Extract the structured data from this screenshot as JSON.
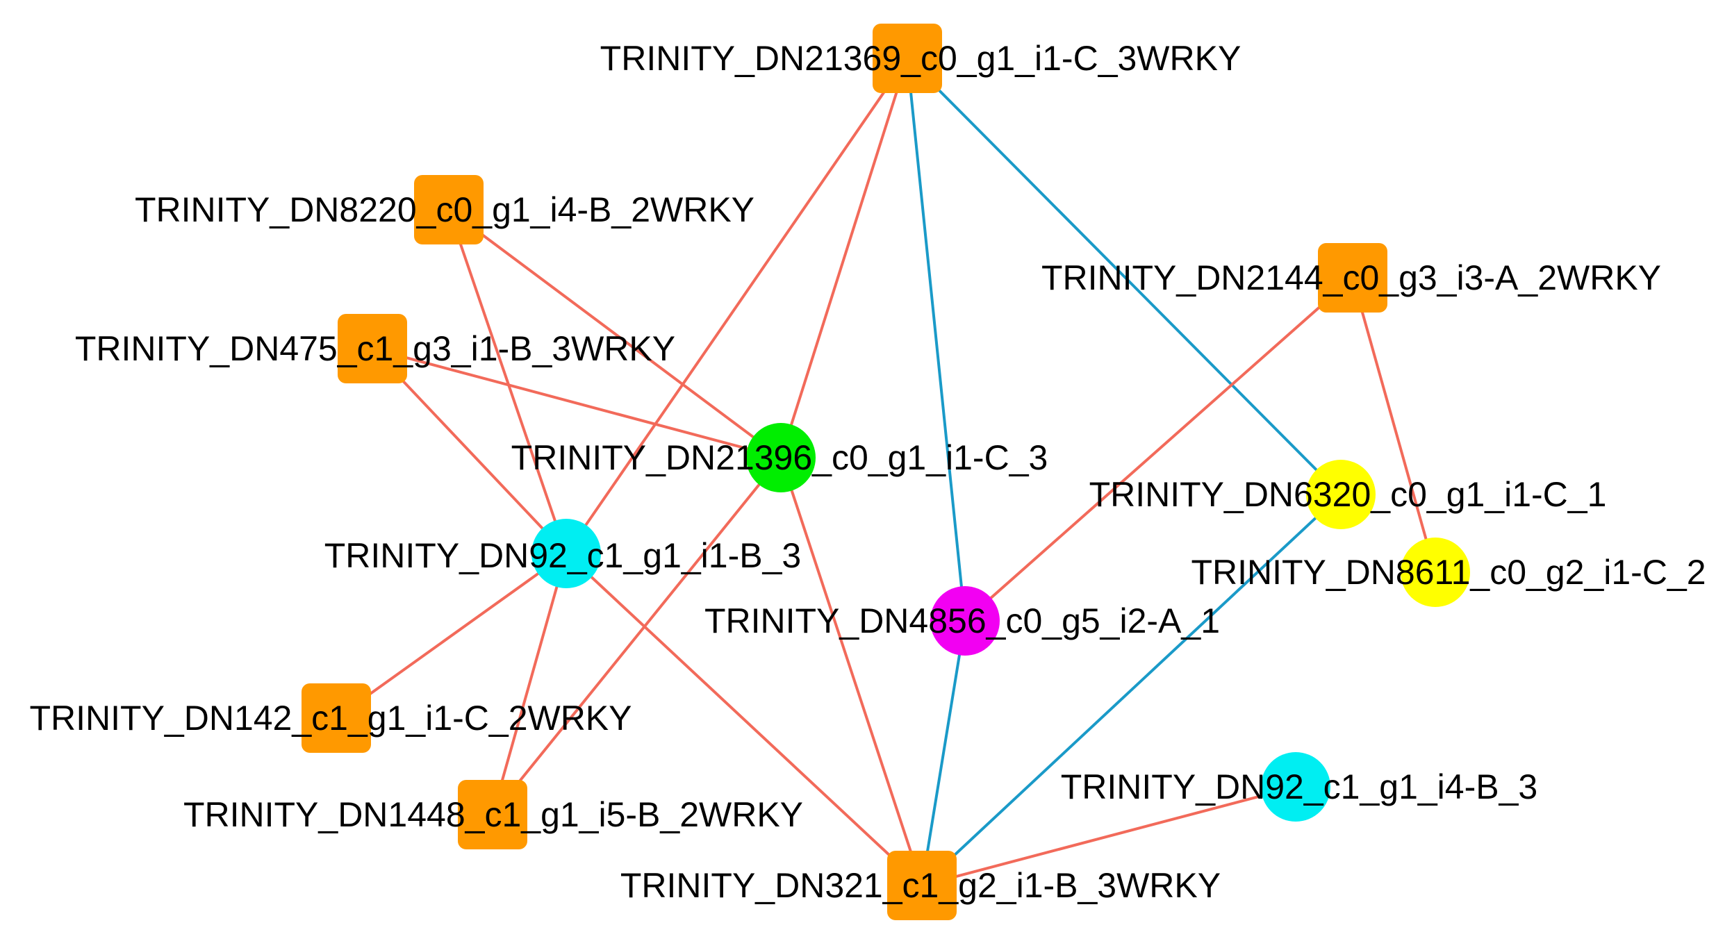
{
  "colors": {
    "square": "#FF9900",
    "edge_positive": "#F26A5A",
    "edge_negative": "#1A9AC8",
    "green": "#00EE00",
    "cyan": "#00EEF2",
    "magenta": "#F200F2",
    "yellow": "#FFFF00"
  },
  "nodes": [
    {
      "id": "n21369",
      "label": "TRINITY_DN21369_c0_g1_i1-C_3WRKY",
      "shape": "square",
      "color": "#FF9900"
    },
    {
      "id": "n8220",
      "label": "TRINITY_DN8220_c0_g1_i4-B_2WRKY",
      "shape": "square",
      "color": "#FF9900"
    },
    {
      "id": "n2144",
      "label": "TRINITY_DN2144_c0_g3_i3-A_2WRKY",
      "shape": "square",
      "color": "#FF9900"
    },
    {
      "id": "n475",
      "label": "TRINITY_DN475_c1_g3_i1-B_3WRKY",
      "shape": "square",
      "color": "#FF9900"
    },
    {
      "id": "n21396",
      "label": "TRINITY_DN21396_c0_g1_i1-C_3",
      "shape": "circle",
      "color": "#00EE00"
    },
    {
      "id": "n6320",
      "label": "TRINITY_DN6320_c0_g1_i1-C_1",
      "shape": "circle",
      "color": "#FFFF00"
    },
    {
      "id": "n92a",
      "label": "TRINITY_DN92_c1_g1_i1-B_3",
      "shape": "circle",
      "color": "#00EEF2"
    },
    {
      "id": "n8611",
      "label": "TRINITY_DN8611_c0_g2_i1-C_2",
      "shape": "circle",
      "color": "#FFFF00"
    },
    {
      "id": "n4856",
      "label": "TRINITY_DN4856_c0_g5_i2-A_1",
      "shape": "circle",
      "color": "#F200F2"
    },
    {
      "id": "n142",
      "label": "TRINITY_DN142_c1_g1_i1-C_2WRKY",
      "shape": "square",
      "color": "#FF9900"
    },
    {
      "id": "n92b",
      "label": "TRINITY_DN92_c1_g1_i4-B_3",
      "shape": "circle",
      "color": "#00EEF2"
    },
    {
      "id": "n1448",
      "label": "TRINITY_DN1448_c1_g1_i5-B_2WRKY",
      "shape": "square",
      "color": "#FF9900"
    },
    {
      "id": "n321",
      "label": "TRINITY_DN321_c1_g2_i1-B_3WRKY",
      "shape": "square",
      "color": "#FF9900"
    }
  ],
  "edges": [
    {
      "source": "n21369",
      "target": "n92a",
      "type": "positive"
    },
    {
      "source": "n21369",
      "target": "n21396",
      "type": "positive"
    },
    {
      "source": "n21369",
      "target": "n4856",
      "type": "negative"
    },
    {
      "source": "n21369",
      "target": "n6320",
      "type": "negative"
    },
    {
      "source": "n8220",
      "target": "n92a",
      "type": "positive"
    },
    {
      "source": "n8220",
      "target": "n21396",
      "type": "positive"
    },
    {
      "source": "n475",
      "target": "n92a",
      "type": "positive"
    },
    {
      "source": "n475",
      "target": "n21396",
      "type": "positive"
    },
    {
      "source": "n2144",
      "target": "n4856",
      "type": "positive"
    },
    {
      "source": "n2144",
      "target": "n8611",
      "type": "positive"
    },
    {
      "source": "n21396",
      "target": "n321",
      "type": "positive"
    },
    {
      "source": "n21396",
      "target": "n1448",
      "type": "positive"
    },
    {
      "source": "n92a",
      "target": "n142",
      "type": "positive"
    },
    {
      "source": "n92a",
      "target": "n1448",
      "type": "positive"
    },
    {
      "source": "n92a",
      "target": "n321",
      "type": "positive"
    },
    {
      "source": "n4856",
      "target": "n321",
      "type": "negative"
    },
    {
      "source": "n6320",
      "target": "n321",
      "type": "negative"
    },
    {
      "source": "n92b",
      "target": "n321",
      "type": "positive"
    }
  ]
}
